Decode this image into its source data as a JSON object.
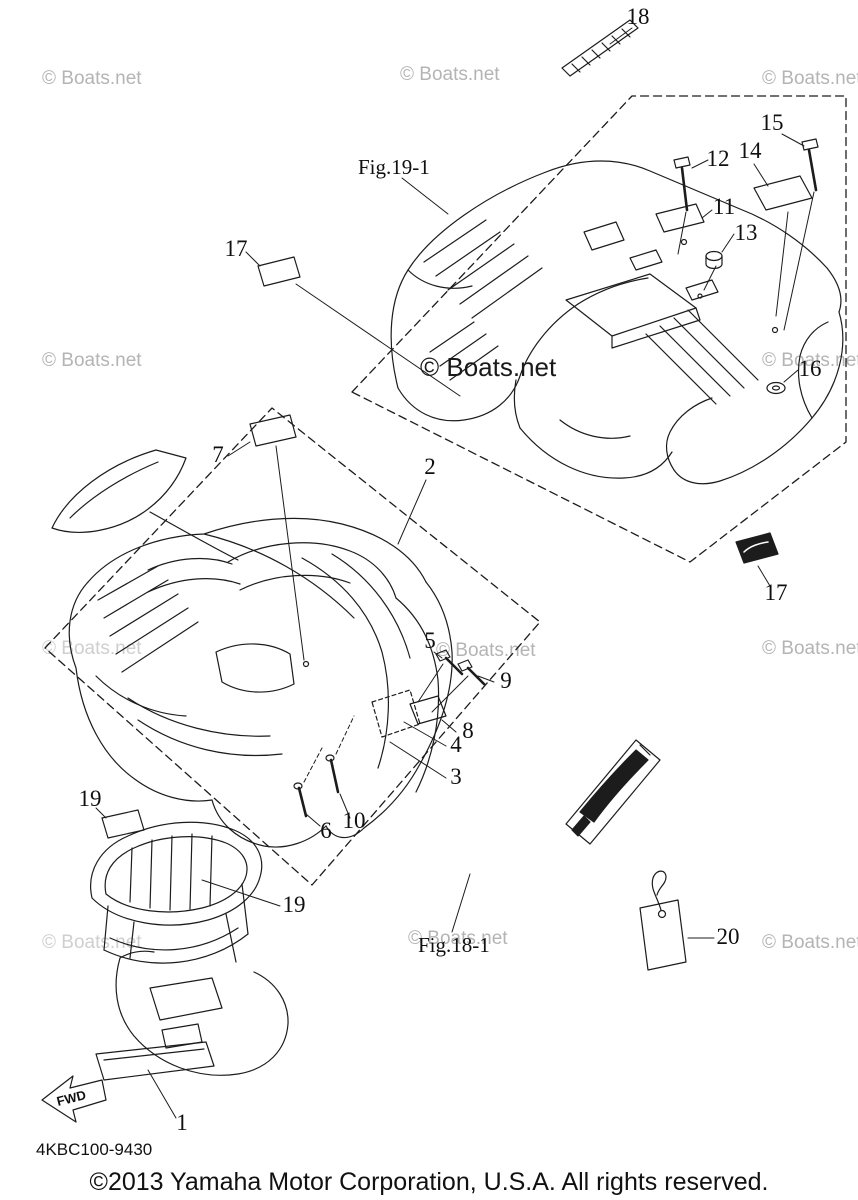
{
  "watermark": {
    "text": "© Boats.net"
  },
  "figures": {
    "fig19_label": "Fig.19-1",
    "fig18_label": "Fig.18-1"
  },
  "callouts": {
    "c18": "18",
    "c15": "15",
    "c14": "14",
    "c12": "12",
    "c11": "11",
    "c13": "13",
    "c17a": "17",
    "c16": "16",
    "c7": "7",
    "c2": "2",
    "c17b": "17",
    "c5": "5",
    "c9": "9",
    "c8": "8",
    "c4": "4",
    "c3": "3",
    "c6": "6",
    "c10": "10",
    "c19a": "19",
    "c19b": "19",
    "c20": "20",
    "c1": "1"
  },
  "bumper": {
    "fwd_label": "FWD"
  },
  "footer": {
    "part_number": "4KBC100-9430",
    "copyright": "©2013 Yamaha Motor Corporation, U.S.A. All rights reserved."
  }
}
